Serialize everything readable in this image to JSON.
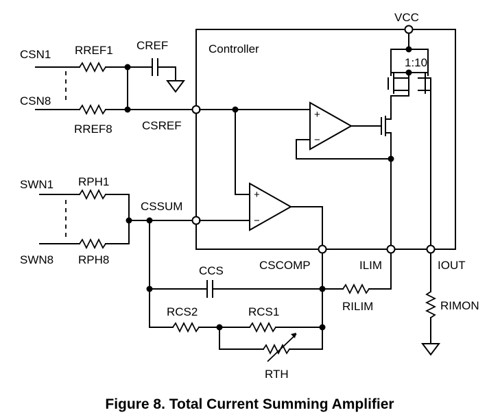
{
  "labels": {
    "vcc": "VCC",
    "controller": "Controller",
    "csn1": "CSN1",
    "csn8": "CSN8",
    "rref1": "RREF1",
    "rref8": "RREF8",
    "cref": "CREF",
    "csref": "CSREF",
    "ratio": "1:10",
    "swn1": "SWN1",
    "swn8": "SWN8",
    "rph1": "RPH1",
    "rph8": "RPH8",
    "cssum": "CSSUM",
    "ccs": "CCS",
    "cscomp": "CSCOMP",
    "ilim": "ILIM",
    "iout": "IOUT",
    "rilim": "RILIM",
    "rimon": "RIMON",
    "rcs2": "RCS2",
    "rcs1": "RCS1",
    "rth": "RTH",
    "plus": "+",
    "minus": "−"
  },
  "caption": "Figure 8. Total Current Summing Amplifier"
}
